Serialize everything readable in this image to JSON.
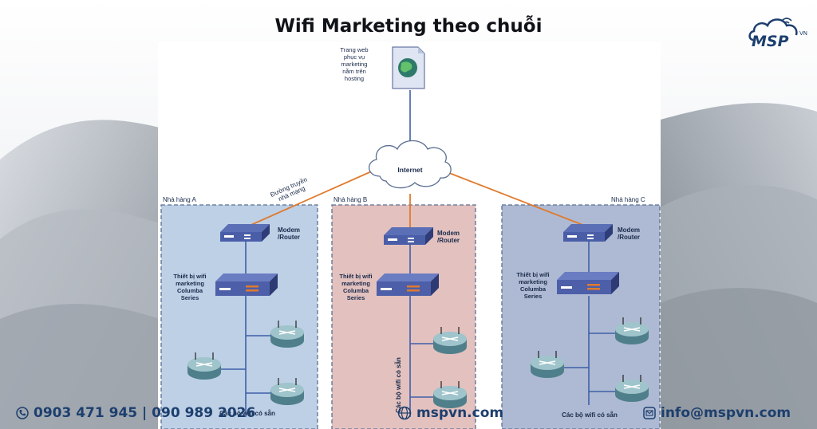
{
  "title": "Wifi Marketing theo chuỗi",
  "logo_text": "MSP",
  "logo_suffix": "VN",
  "diagram": {
    "web_label": [
      "Trang web",
      "phục vụ",
      "marketing",
      "nằm trên",
      "hosting"
    ],
    "internet_label": "Internet",
    "line_label": [
      "Đường truyền",
      "nhà mạng"
    ],
    "modem_label": [
      "Modem",
      "/Router"
    ],
    "device_label": [
      "Thiết bị wifi",
      "marketing",
      "Columba",
      "Series"
    ],
    "wifi_label": "Các bộ wifi có sẵn",
    "restaurants": [
      {
        "name": "Nhà hàng A"
      },
      {
        "name": "Nhà hàng B"
      },
      {
        "name": "Nhà hàng C"
      }
    ]
  },
  "footer": {
    "phones": "0903 471 945  | 090 989 2026",
    "website": "mspvn.com",
    "email": "info@mspvn.com"
  }
}
